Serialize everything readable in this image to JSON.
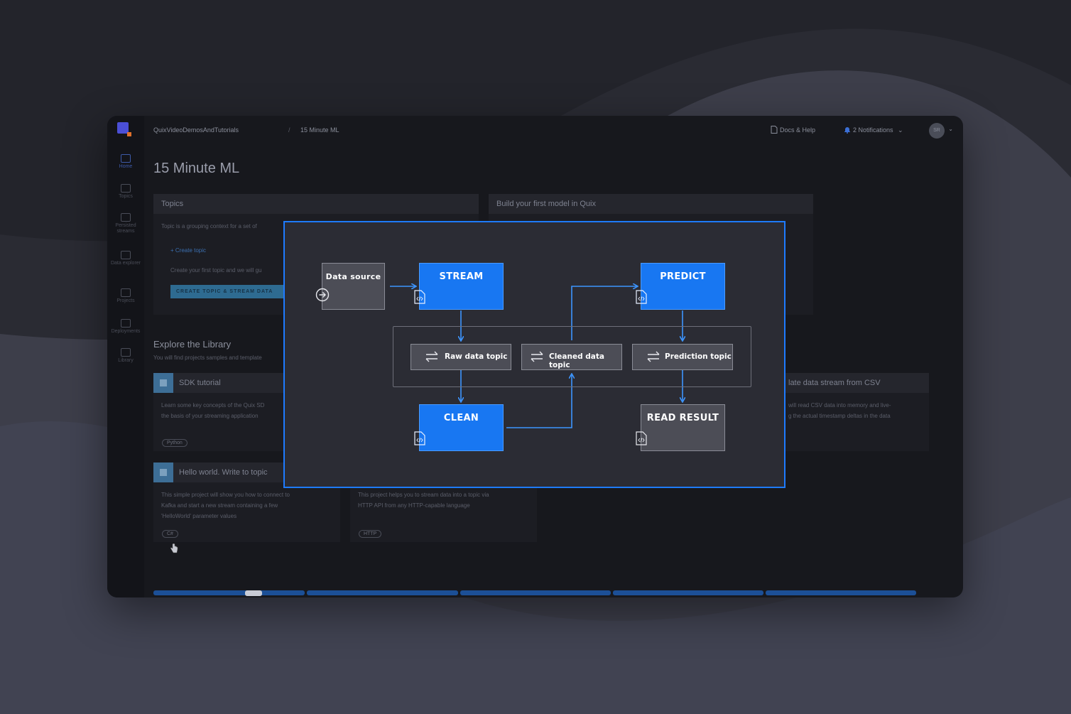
{
  "app": {
    "breadcrumb": [
      "QuixVideoDemosAndTutorials",
      "15 Minute ML"
    ],
    "breadcrumb_separator": "/",
    "docs_label": "Docs & Help",
    "notifications_label": "2 Notifications",
    "avatar_initials": "SR",
    "page_title": "15 Minute ML",
    "sidebar": [
      {
        "label": "Home",
        "icon": "home-icon"
      },
      {
        "label": "Topics",
        "icon": "swap-icon"
      },
      {
        "label": "Persisted streams",
        "icon": "folder-icon"
      },
      {
        "label": "Data explorer",
        "icon": "search-icon"
      },
      {
        "label": "Projects",
        "icon": "file-icon"
      },
      {
        "label": "Deployments",
        "icon": "rocket-icon"
      },
      {
        "label": "Library",
        "icon": "library-icon"
      }
    ],
    "topics_panel": {
      "title": "Topics",
      "description": "Topic is a grouping context for a set of",
      "create_link": "+ Create topic",
      "hint": "Create your first topic and we will gu",
      "cta": "CREATE TOPIC & STREAM DATA"
    },
    "model_panel": {
      "title": "Build your first model in Quix"
    },
    "library": {
      "title": "Explore the Library",
      "subtitle": "You will find projects samples and template",
      "cards": [
        {
          "title": "SDK tutorial",
          "text_lines": [
            "Learn some key concepts of the Quix SD",
            "the basis of your streaming application"
          ],
          "tag": "Python"
        },
        {
          "title": "Hello world. Write to topic",
          "text_lines": [
            "This simple project will show you how to connect to",
            "Kafka and start a new stream containing a few",
            "'HelloWorld' parameter values"
          ],
          "tag": "C#"
        },
        {
          "title": "",
          "text_lines": [
            "This project helps you to stream data into a topic via",
            "HTTP API from any HTTP-capable language"
          ],
          "tag": "HTTP"
        },
        {
          "title": "late data stream from CSV",
          "text_lines": [
            "will read CSV data into memory and live-",
            "g the actual timestamp deltas in the data"
          ],
          "tag": ""
        }
      ]
    }
  },
  "diagram": {
    "nodes": {
      "data_source": "Data source",
      "stream": "STREAM",
      "predict": "PREDICT",
      "clean": "CLEAN",
      "read_result": "READ RESULT"
    },
    "topics": {
      "raw": "Raw data topic",
      "cleaned": "Cleaned data topic",
      "prediction": "Prediction topic"
    },
    "colors": {
      "accent": "#1877f2",
      "border": "#1e7bff",
      "node_grey": "#4c4d56",
      "background": "#2b2c34"
    }
  }
}
